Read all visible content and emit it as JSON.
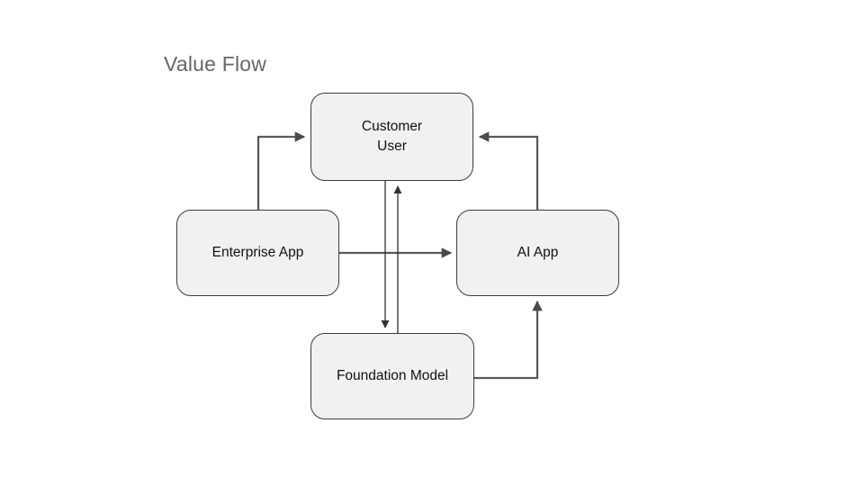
{
  "title": "Value Flow",
  "diagram": {
    "nodes": {
      "customer_user": {
        "label": "Customer\nUser"
      },
      "enterprise_app": {
        "label": "Enterprise App"
      },
      "ai_app": {
        "label": "AI App"
      },
      "foundation_model": {
        "label": "Foundation Model"
      }
    },
    "edges": [
      {
        "from": "Enterprise App",
        "to": "Customer User",
        "style": "elbow-up-right"
      },
      {
        "from": "AI App",
        "to": "Customer User",
        "style": "elbow-up-left"
      },
      {
        "from": "Enterprise App",
        "to": "AI App",
        "style": "straight-right"
      },
      {
        "from": "Foundation Model",
        "to": "AI App",
        "style": "elbow-right-up"
      },
      {
        "from": "Customer User",
        "to": "Foundation Model",
        "style": "straight-down-thin"
      },
      {
        "from": "Foundation Model",
        "to": "Customer User",
        "style": "straight-up-thin"
      }
    ]
  },
  "colors": {
    "background": "#ffffff",
    "box_fill": "#f1f1f1",
    "box_border": "#3d3d3d",
    "arrow": "#595959",
    "thin_arrow": "#333333",
    "title": "#666666",
    "label": "#111111"
  }
}
